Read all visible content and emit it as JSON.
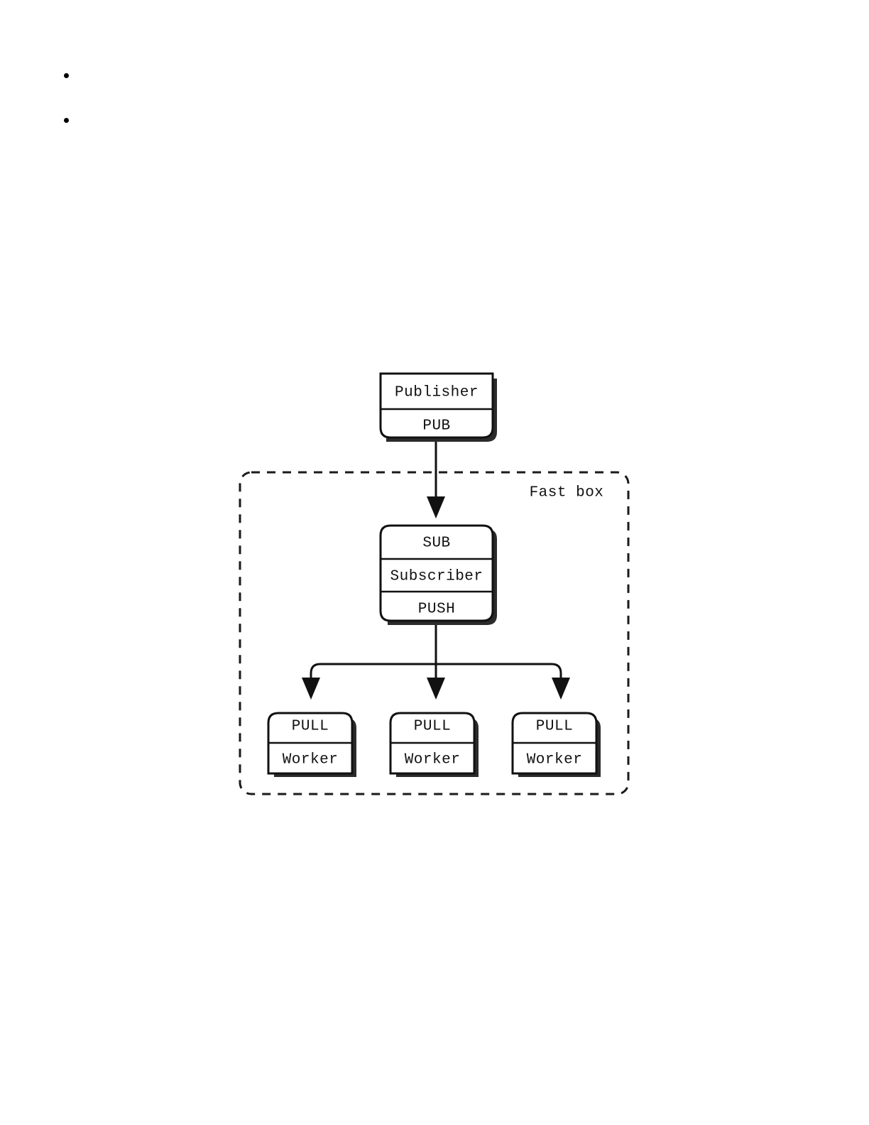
{
  "page": {
    "background": "#ffffff",
    "ink": "#111111",
    "shadow_color": "#2b2b2b"
  },
  "bullets": [
    {
      "text": ""
    },
    {
      "text": ""
    }
  ],
  "diagram": {
    "title": "",
    "group": {
      "label": "Fast box",
      "style": "dashed"
    },
    "nodes": {
      "publisher": {
        "rows": [
          {
            "label": "Publisher"
          },
          {
            "label": "PUB"
          }
        ]
      },
      "subscriber": {
        "rows": [
          {
            "label": "SUB"
          },
          {
            "label": "Subscriber"
          },
          {
            "label": "PUSH"
          }
        ]
      },
      "worker1": {
        "rows": [
          {
            "label": "PULL"
          },
          {
            "label": "Worker"
          }
        ]
      },
      "worker2": {
        "rows": [
          {
            "label": "PULL"
          },
          {
            "label": "Worker"
          }
        ]
      },
      "worker3": {
        "rows": [
          {
            "label": "PULL"
          },
          {
            "label": "Worker"
          }
        ]
      }
    },
    "edges": [
      {
        "from": "publisher",
        "to": "subscriber",
        "label": ""
      },
      {
        "from": "subscriber",
        "to": "worker1",
        "label": ""
      },
      {
        "from": "subscriber",
        "to": "worker2",
        "label": ""
      },
      {
        "from": "subscriber",
        "to": "worker3",
        "label": ""
      }
    ]
  }
}
